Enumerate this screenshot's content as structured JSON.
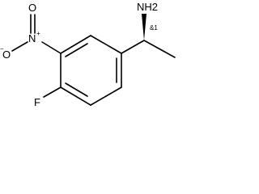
{
  "molecule": {
    "atoms": {
      "amine": "NH2",
      "stereo": "&1",
      "nitro_n": "N",
      "nitro_charge": "+",
      "oxygen_top": "O",
      "oxygen_left": "O",
      "oxygen_charge": "−",
      "fluorine": "F"
    }
  }
}
